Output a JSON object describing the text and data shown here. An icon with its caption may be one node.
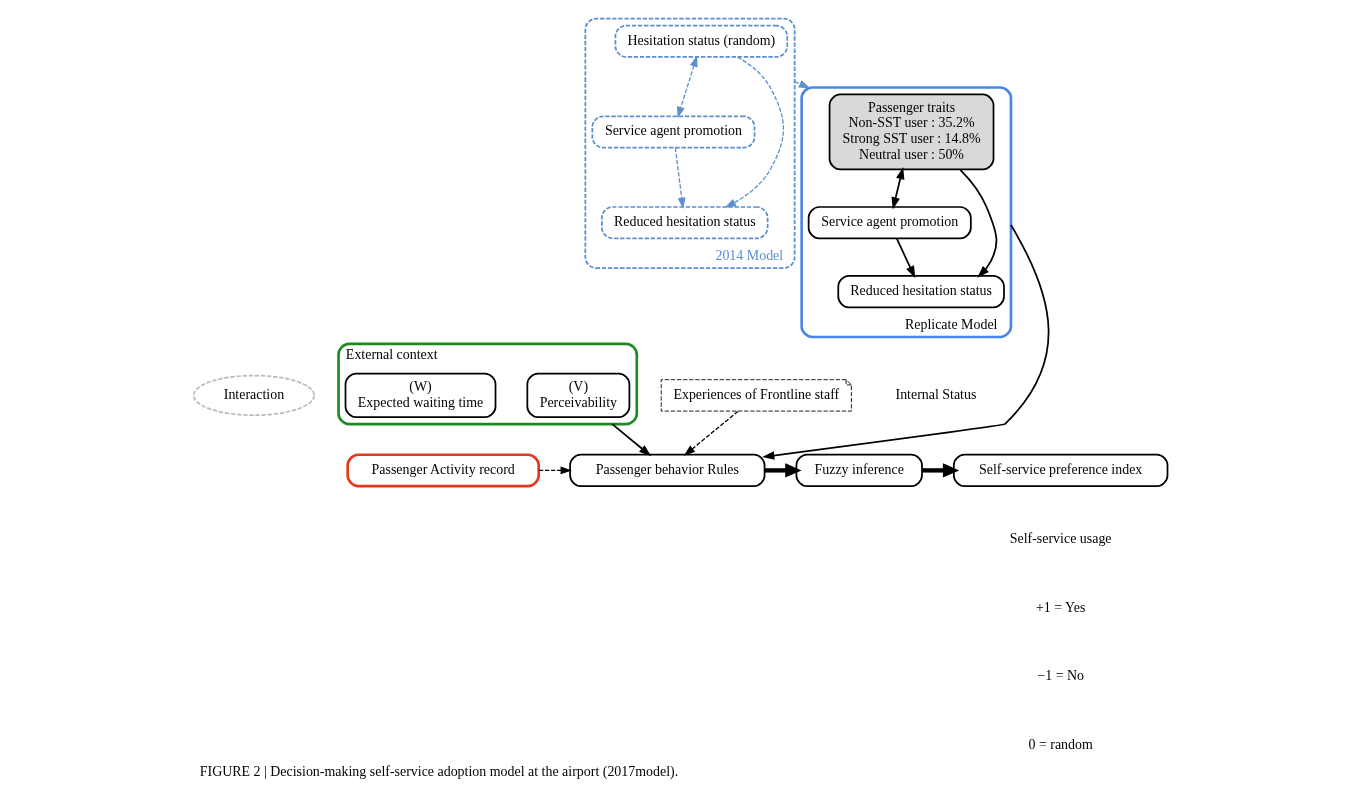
{
  "diagram": {
    "caption": "FIGURE 2 | Decision-making self-service adoption model at the airport (2017model).",
    "nodes": [
      {
        "text": [
          "Replicate Model"
        ]
      },
      {
        "text": [
          "Passenger traits",
          "Non-SST user : 35.2%",
          "Strong SST user : 14.8%",
          "Neutral user : 50%"
        ],
        "in": 0
      },
      {
        "text": [
          "Service agent promotion"
        ],
        "in": 0
      },
      {
        "text": [
          "Reduced hesitation status"
        ],
        "in": 0
      },
      {
        "text": [
          "2014 Model"
        ]
      },
      {
        "text": [
          "Hesitation status (random)"
        ],
        "in": 4
      },
      {
        "text": [
          "Service agent promotion"
        ],
        "in": 4
      },
      {
        "text": [
          "Reduced hesitation status"
        ],
        "in": 4
      },
      {
        "text": [
          "Interaction"
        ]
      },
      {
        "text": [
          "Passenger Activity record"
        ]
      },
      {
        "text": [
          "Passenger behavior Rules"
        ]
      },
      {
        "text": [
          "Fuzzy inference"
        ]
      },
      {
        "text": [
          "Self-service preference index"
        ]
      },
      {
        "text": [
          "External context"
        ]
      },
      {
        "text": [
          "(V)",
          "Perceivability"
        ],
        "in": 13
      },
      {
        "text": [
          "(W)",
          "Expected waiting time"
        ],
        "in": 13
      },
      {
        "text": [
          "Experiences of Frontline staff"
        ]
      }
    ],
    "edges": [
      {
        "from": 1,
        "to": 2,
        "arrow": "both"
      },
      {
        "from": 1,
        "to": 3,
        "arrow": "to"
      },
      {
        "from": 2,
        "to": 3,
        "arrow": "to"
      },
      {
        "from": 5,
        "to": 6,
        "arrow": "both",
        "style": "dashed",
        "color": "#5b8fd0"
      },
      {
        "from": 5,
        "to": 7,
        "arrow": "to",
        "style": "dashed",
        "color": "#5b8fd0"
      },
      {
        "from": 6,
        "to": 7,
        "arrow": "to",
        "style": "dashed",
        "color": "#5b8fd0"
      },
      {
        "from": 4,
        "to": 0,
        "arrow": "to",
        "style": "dashed",
        "color": "#5b8fd0"
      },
      {
        "from": 0,
        "to": 10,
        "arrow": "to"
      },
      {
        "from": 9,
        "to": 10,
        "arrow": "to",
        "style": "dashed"
      },
      {
        "from": 10,
        "to": 11,
        "arrow": "to",
        "style": "thick"
      },
      {
        "from": 11,
        "to": 12,
        "arrow": "to",
        "style": "thick"
      },
      {
        "from": 13,
        "to": 10,
        "arrow": "to"
      },
      {
        "from": 16,
        "to": 10,
        "arrow": "to",
        "style": "dashed"
      }
    ],
    "labels": [
      "Internal Status",
      "Self-service usage",
      "+1 = Yes",
      "−1 = No",
      "0 = random"
    ]
  }
}
